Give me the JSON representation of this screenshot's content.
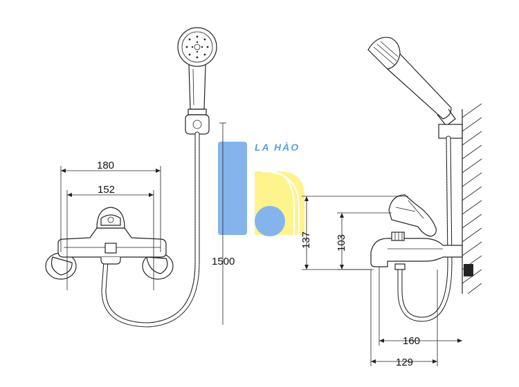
{
  "front_view": {
    "dim_overall_width": "180",
    "dim_center_distance": "152",
    "dim_hose_length": "1500"
  },
  "side_view": {
    "dim_height_total": "137",
    "dim_height_spout": "103",
    "dim_depth_body": "160",
    "dim_depth_spout": "129"
  },
  "watermark": {
    "brand_text": "LA HÀO",
    "colors": {
      "blue": "#6fa8e8",
      "yellow": "#fff27a"
    }
  }
}
